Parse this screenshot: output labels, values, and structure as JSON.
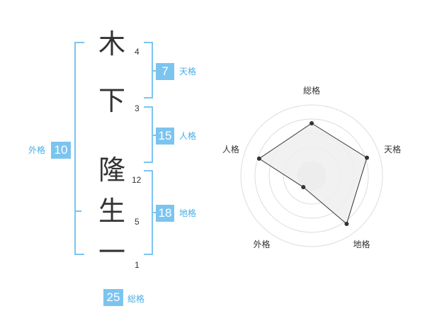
{
  "name": {
    "chars": [
      {
        "char": "木",
        "strokes": "4"
      },
      {
        "char": "下",
        "strokes": "3"
      },
      {
        "char": "隆",
        "strokes": "12"
      },
      {
        "char": "生",
        "strokes": "5"
      },
      {
        "char": "一",
        "strokes": "1"
      }
    ]
  },
  "kaku": {
    "tenkaku": {
      "value": "7",
      "label": "天格"
    },
    "jinkaku": {
      "value": "15",
      "label": "人格"
    },
    "chikaku": {
      "value": "18",
      "label": "地格"
    },
    "gaikaku": {
      "value": "10",
      "label": "外格"
    },
    "soukaku": {
      "value": "25",
      "label": "総格"
    }
  },
  "colors": {
    "accent": "#7cc4f0",
    "accent_text": "#4aaee5",
    "text": "#333333",
    "radar_fill": "#eeeeee"
  },
  "chart_data": {
    "type": "radar",
    "axes": [
      "総格",
      "天格",
      "地格",
      "外格",
      "人格"
    ],
    "values": [
      3.7,
      4.1,
      4.2,
      1.0,
      3.9
    ],
    "range": [
      0,
      5
    ],
    "rings": 5
  }
}
